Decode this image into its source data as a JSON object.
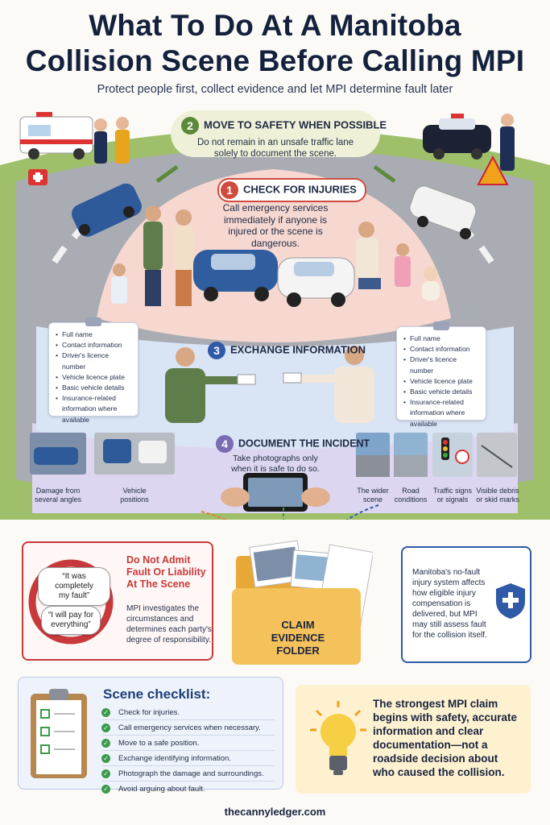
{
  "header": {
    "title_line1": "What To Do At A Manitoba",
    "title_line2": "Collision Scene Before Calling MPI",
    "subtitle": "Protect people first, collect evidence and let MPI determine fault later"
  },
  "steps": {
    "safety": {
      "number": "2",
      "title": "MOVE TO SAFETY WHEN POSSIBLE",
      "body_line1": "Do not remain in an unsafe traffic lane",
      "body_line2": "solely to document the scene."
    },
    "injuries": {
      "number": "1",
      "title": "CHECK FOR INJURIES",
      "body_line1": "Call emergency services",
      "body_line2": "immediately if anyone is",
      "body_line3": "injured or the scene is",
      "body_line4": "dangerous."
    },
    "exchange": {
      "number": "3",
      "title": "EXCHANGE INFORMATION"
    },
    "document": {
      "number": "4",
      "title": "DOCUMENT THE INCIDENT",
      "body_line1": "Take photographs only",
      "body_line2": "when it is safe to do so."
    }
  },
  "exchange_list": [
    "Full name",
    "Contact information",
    "Driver's licence number",
    "Vehicle licence plate",
    "Basic vehicle details",
    "Insurance-related information where available"
  ],
  "photo_labels": {
    "damage": [
      "Damage from",
      "several angles"
    ],
    "positions": [
      "Vehicle",
      "positions"
    ],
    "wider": [
      "The wider",
      "scene"
    ],
    "road": [
      "Road",
      "conditions"
    ],
    "signs": [
      "Traffic signs",
      "or signals"
    ],
    "debris": [
      "Visible debris",
      "or skid marks"
    ]
  },
  "no_fault": {
    "quote1_line1": "“It was completely",
    "quote1_line2": "my fault”",
    "quote2_line1": "“I will pay for",
    "quote2_line2": "everything”",
    "heading_line1": "Do Not Admit",
    "heading_line2": "Fault Or Liability",
    "heading_line3": "At The Scene",
    "body_line1": "MPI investigates the",
    "body_line2": "circumstances and",
    "body_line3": "determines each party's",
    "body_line4": "degree of responsibility."
  },
  "folder": {
    "line1": "CLAIM",
    "line2": "EVIDENCE",
    "line3": "FOLDER"
  },
  "system_note": {
    "line1": "Manitoba's no-fault",
    "line2": "injury system affects",
    "line3": "how eligible injury",
    "line4": "compensation is",
    "line5": "delivered, but MPI",
    "line6": "may still assess fault",
    "line7": "for the collision itself."
  },
  "checklist": {
    "title": "Scene checklist:",
    "items": [
      "Check for injuries.",
      "Call emergency services when necessary.",
      "Move to a safe position.",
      "Exchange identifying information.",
      "Photograph the damage and surroundings.",
      "Avoid arguing about fault."
    ]
  },
  "closing": {
    "line1": "The strongest MPI claim",
    "line2": "begins with safety, accurate",
    "line3": "information and clear",
    "line4": "documentation—not a",
    "line5": "roadside decision about",
    "line6": "who caused the collision."
  },
  "footer": {
    "site": "thecannyledger.com"
  },
  "colors": {
    "navy": "#14213d",
    "red": "#c8393b",
    "green": "#5c8a3a",
    "blue": "#2f5aa8",
    "purple": "#7a6bb5",
    "checkgreen": "#3a9b4a"
  }
}
